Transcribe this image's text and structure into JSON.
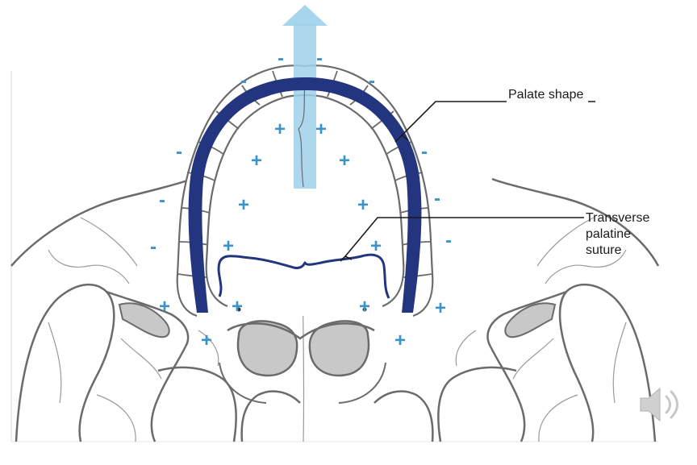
{
  "labels": {
    "palate_shape": "Palate shape",
    "transverse_suture": [
      "Transverse",
      "palatine",
      "suture"
    ]
  },
  "signs": {
    "plus": "+",
    "minus": "-"
  },
  "icons": {
    "expansion_arrow": "up-arrow-icon",
    "speaker": "speaker-icon"
  },
  "colors": {
    "palate_arch": "#24357f",
    "suture_line": "#24357f",
    "signs": "#3b94c9",
    "arrow": "#9dd0ea",
    "skull_outline": "#6b6b6b",
    "bone_fill": "#c8c8c8"
  }
}
